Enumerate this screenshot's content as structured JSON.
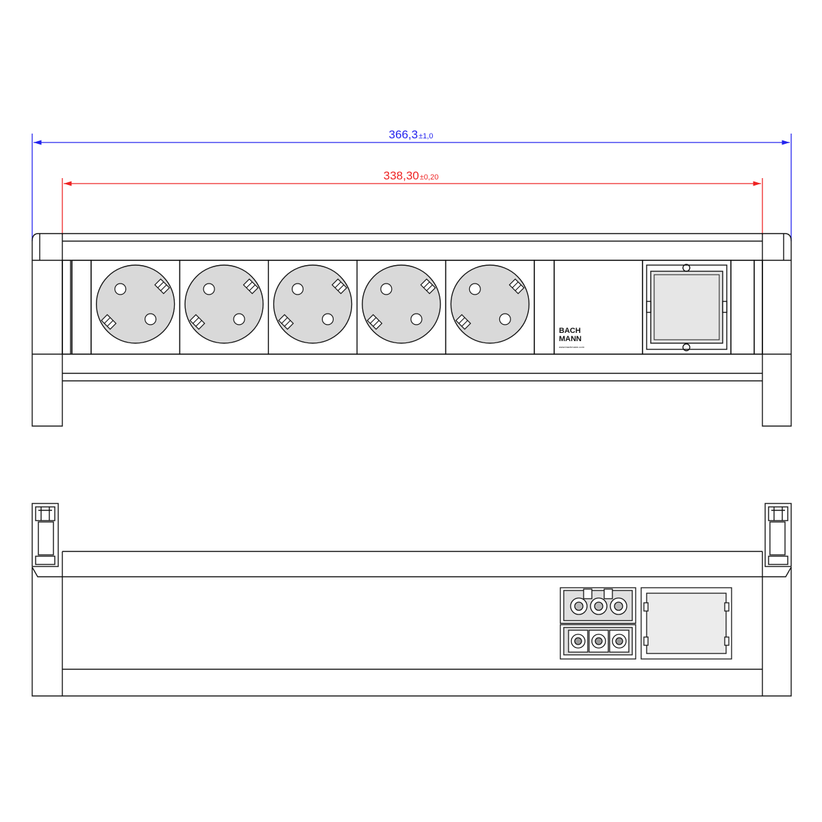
{
  "dimensions": {
    "overall": {
      "value": "366,3",
      "tolerance": "±1,0",
      "color": "#2222ee"
    },
    "inner": {
      "value": "338,30",
      "tolerance": "±0,20",
      "color": "#ee2222"
    }
  },
  "front_view": {
    "socket_count": 5,
    "socket_type": "schuko-socket",
    "brand": {
      "line1": "BACH",
      "line2": "MANN",
      "url": "www.bachmann.com"
    },
    "module": "empty-module-frame"
  },
  "rear_view": {
    "connectors": [
      "gst18-input-connector",
      "gst18-output-connector"
    ],
    "module": "rear-blank-cover"
  },
  "colors": {
    "line": "#111111",
    "socket_face": "#d9d9d9",
    "panel_fill": "#e6e6e6",
    "background": "#ffffff"
  }
}
